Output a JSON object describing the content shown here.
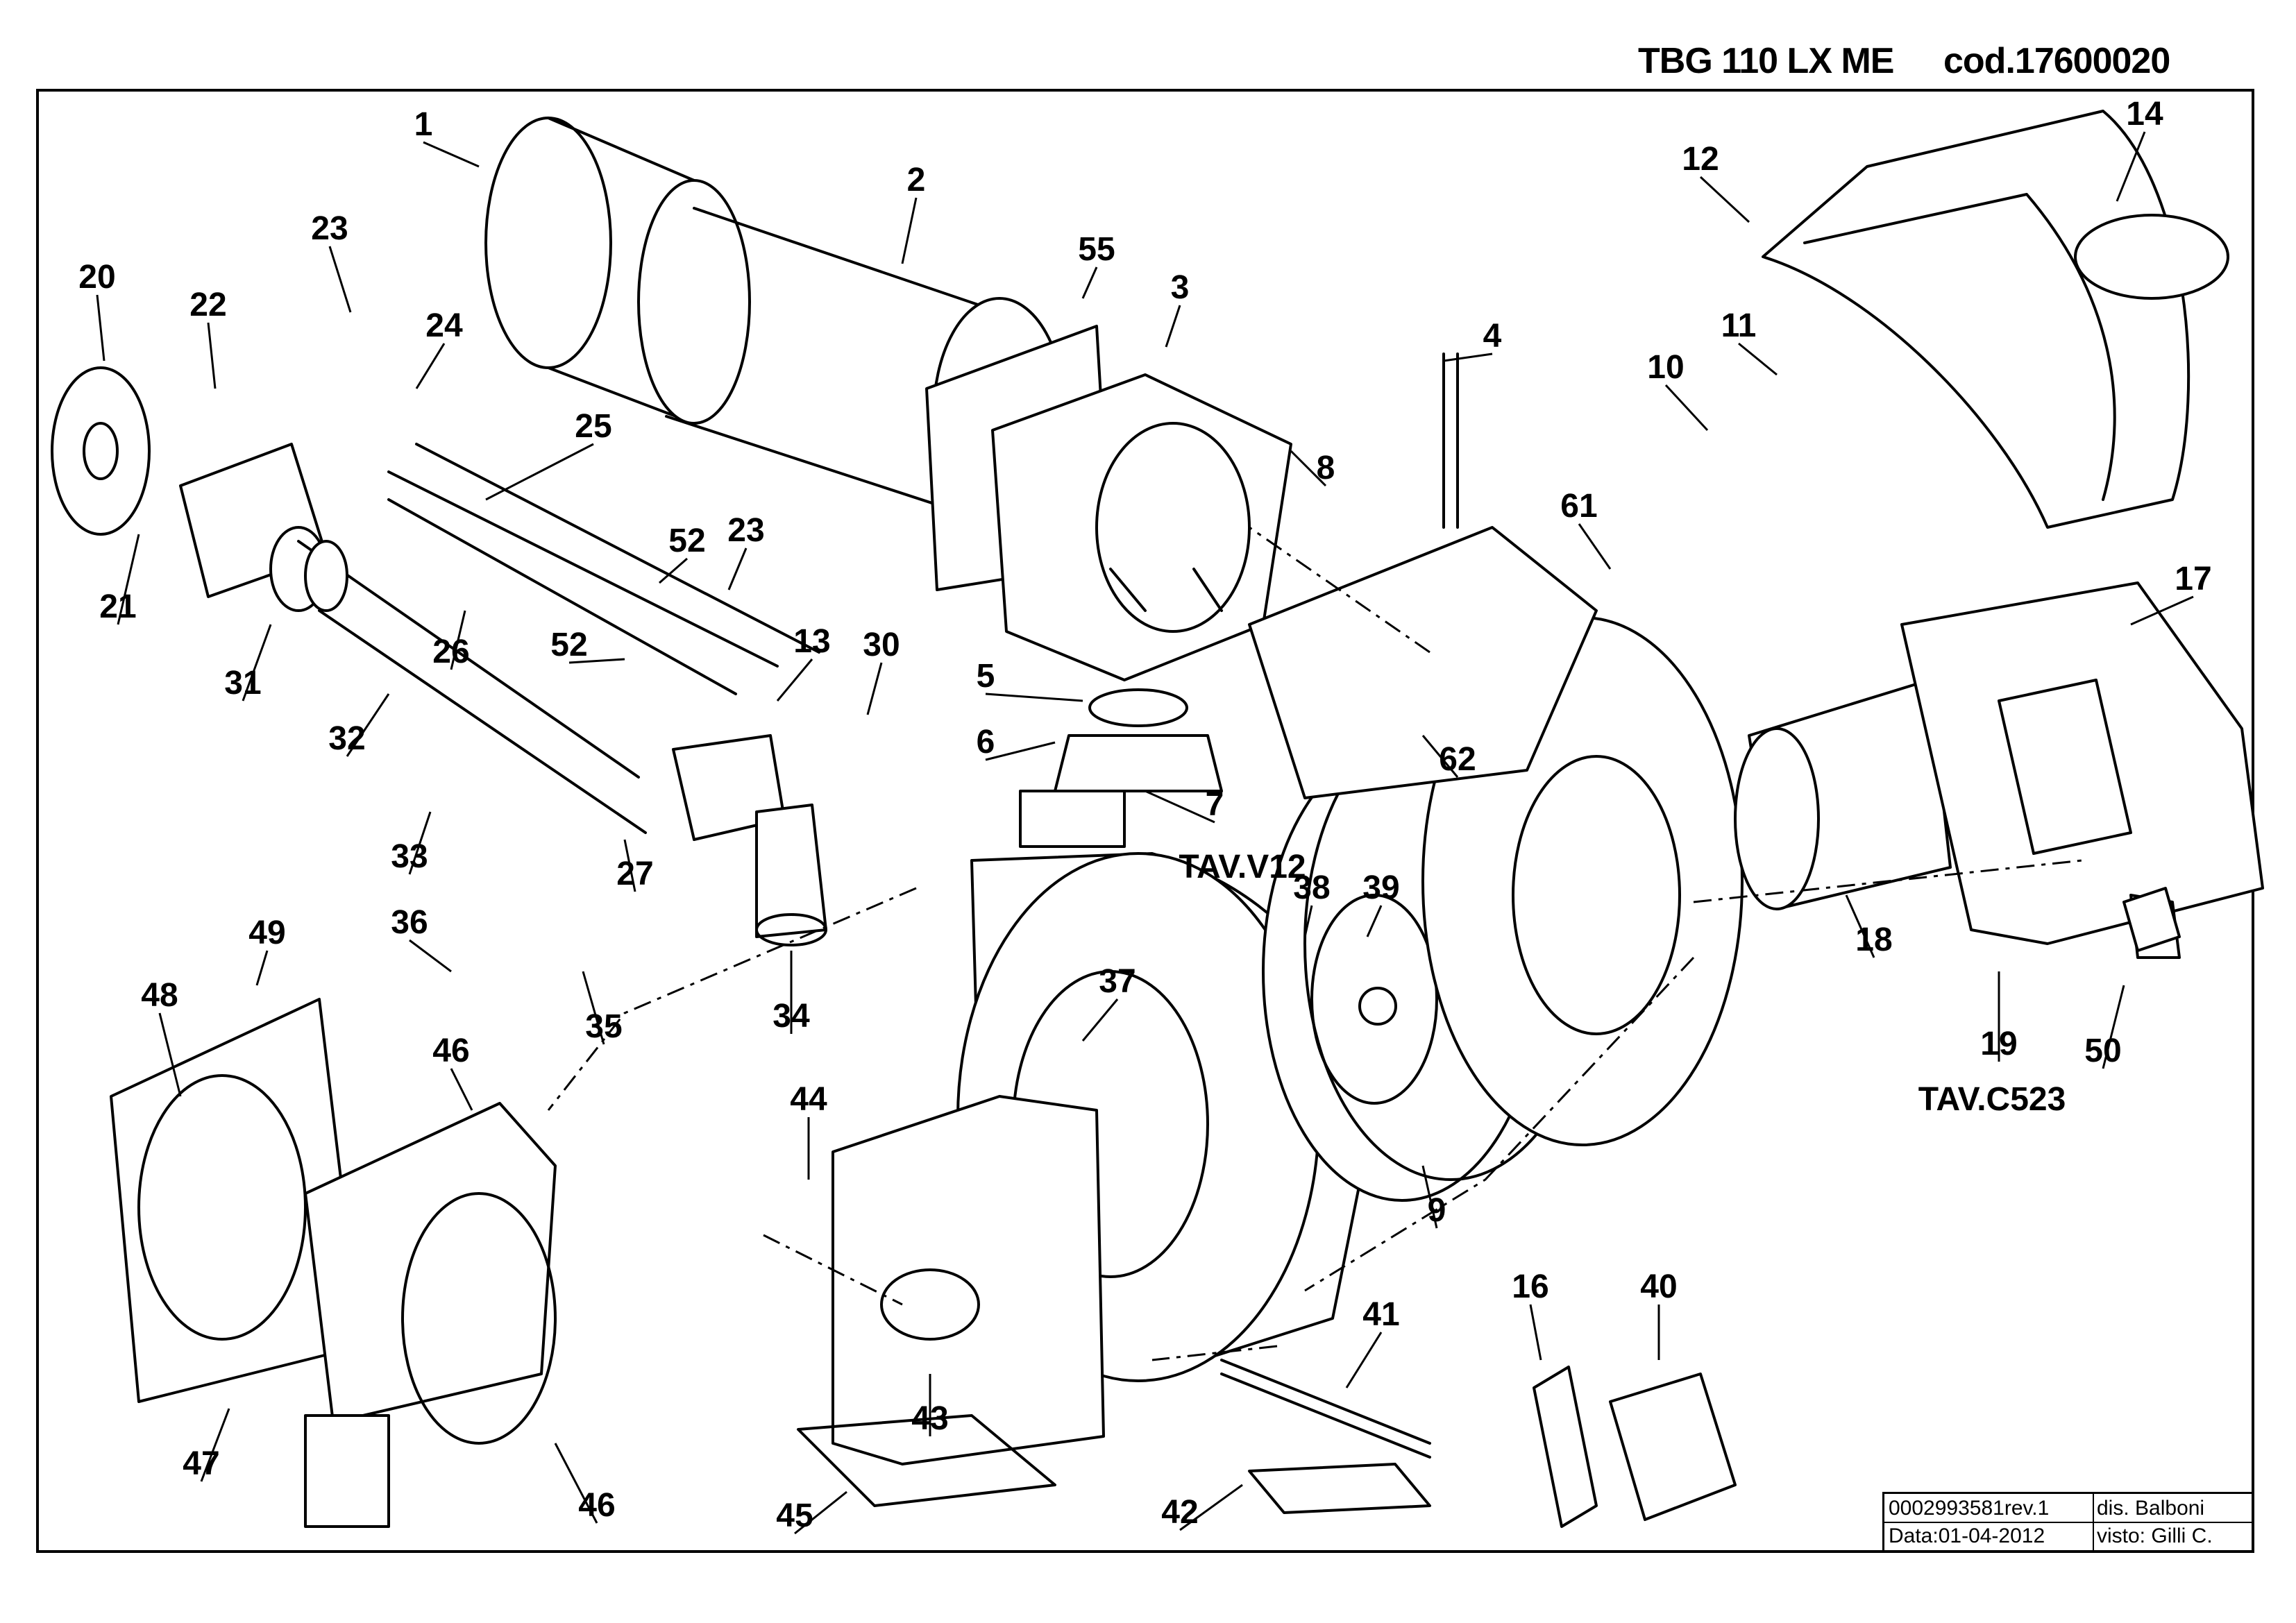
{
  "header": {
    "model": "TBG 110 LX ME",
    "code": "cod.17600020"
  },
  "title_block": {
    "revision": "0002993581rev.1",
    "drawn_by": "dis. Balboni",
    "date": "Data:01-04-2012",
    "checked_by": "visto: Gilli C."
  },
  "callouts": [
    "1",
    "2",
    "3",
    "4",
    "5",
    "6",
    "7",
    "8",
    "9",
    "10",
    "11",
    "12",
    "13",
    "14",
    "16",
    "17",
    "18",
    "19",
    "20",
    "21",
    "22",
    "23",
    "23",
    "24",
    "25",
    "26",
    "27",
    "30",
    "31",
    "32",
    "33",
    "34",
    "35",
    "36",
    "37",
    "38",
    "39",
    "40",
    "41",
    "42",
    "43",
    "44",
    "45",
    "46",
    "46",
    "47",
    "48",
    "49",
    "50",
    "52",
    "52",
    "55",
    "61",
    "62"
  ],
  "table_refs": [
    "TAV.V12",
    "TAV.C523"
  ]
}
